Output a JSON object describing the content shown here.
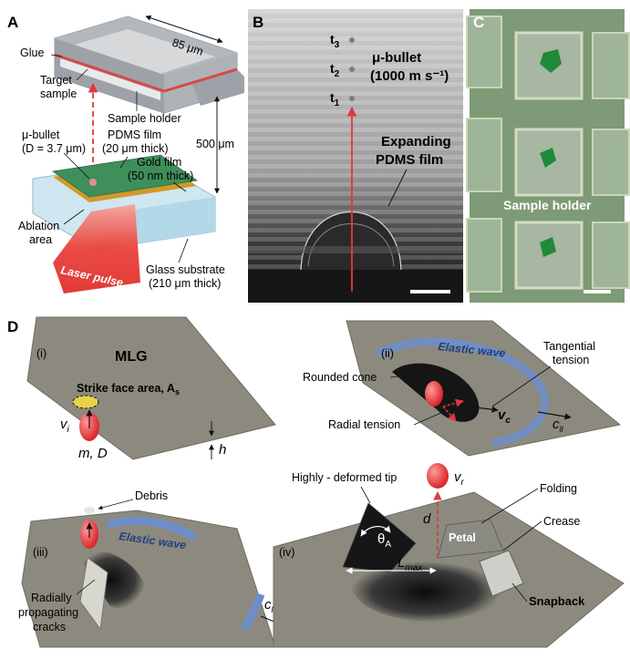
{
  "panel_a": {
    "letter": "A",
    "dim_width": "85 μm",
    "dim_height": "500 μm",
    "glue": "Glue",
    "target_1": "Target",
    "target_2": "sample",
    "sample_holder": "Sample holder",
    "bullet_1": "μ-bullet",
    "bullet_2": "(D = 3.7 μm)",
    "pdms_1": "PDMS film",
    "pdms_2": "(20 μm thick)",
    "gold_1": "Gold film",
    "gold_2": "(50 nm thick)",
    "ablation_1": "Ablation",
    "ablation_2": "area",
    "laser": "Laser pulse",
    "glass_1": "Glass substrate",
    "glass_2": "(210 μm thick)"
  },
  "panel_b": {
    "letter": "B",
    "t3": "t",
    "t2": "t",
    "t1": "t",
    "t3_sub": "3",
    "t2_sub": "2",
    "t1_sub": "1",
    "bullet": "μ-bullet",
    "speed": "(1000 m s⁻¹)",
    "expanding_1": "Expanding",
    "expanding_2": "PDMS film"
  },
  "panel_c": {
    "letter": "C",
    "label": "Sample holder"
  },
  "panel_d": {
    "letter": "D",
    "sub_i": "(i)",
    "mlg": "MLG",
    "strike_face": "Strike face area, A",
    "strike_sub": "s",
    "vi": "v",
    "vi_sub": "i",
    "m_d": "m, D",
    "h": "h",
    "sub_ii": "(ii)",
    "elastic_wave": "Elastic wave",
    "rounded_cone": "Rounded cone",
    "tangential_1": "Tangential",
    "tangential_2": "tension",
    "radial": "Radial tension",
    "vc": "v",
    "vc_sub": "c",
    "cl": "c",
    "cl_sub": "ll",
    "sub_iii": "(iii)",
    "debris": "Debris",
    "elastic_wave_iii": "Elastic wave",
    "radial_cracks_1": "Radially",
    "radial_cracks_2": "propagating",
    "radial_cracks_3": "cracks",
    "cl_iii": "c",
    "cl_iii_sub": "ll",
    "sub_iv": "(iv)",
    "tip": "Highly - deformed tip",
    "vr": "v",
    "vr_sub": "r",
    "d": "d",
    "folding": "Folding",
    "petal": "Petal",
    "crease": "Crease",
    "theta": "θ",
    "theta_sub": "A",
    "lmax": "L",
    "lmax_sub": "max",
    "snapback": "Snapback"
  },
  "colors": {
    "sheet": "#8c8a7e",
    "bullet": "#e0383e",
    "wave": "#6f8ec9",
    "pdms": "#3f8f5a",
    "glass": "#bfe0ee",
    "gold": "#d19a2a",
    "laser": "#e8413a",
    "holder": "#a9aeb4"
  }
}
